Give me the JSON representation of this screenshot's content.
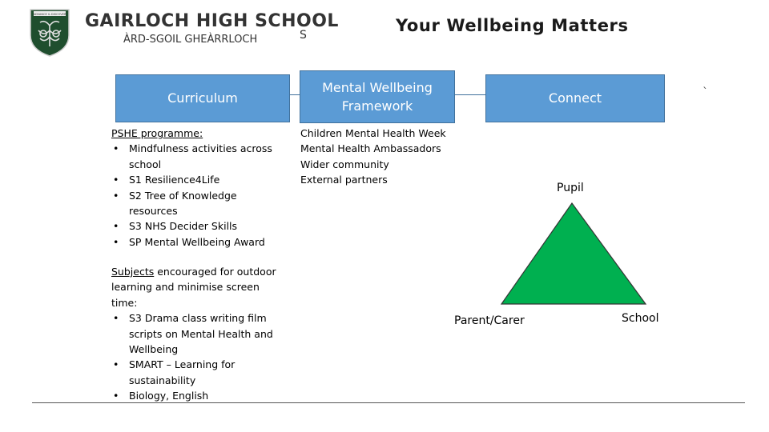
{
  "header": {
    "school_name": "GAIRLOCH HIGH SCHOOL",
    "school_name_gaelic": "ÀRD-SGOIL GHEÀRRLOCH",
    "crest_banner": "ADVANCE & DISCOVER",
    "stray_char": "S",
    "title": "Your Wellbeing Matters"
  },
  "boxes": {
    "curriculum": "Curriculum",
    "framework": "Mental Wellbeing Framework",
    "connect": "Connect"
  },
  "stray_tick": "`",
  "pshe": {
    "heading": "PSHE programme:",
    "items": [
      "Mindfulness activities across school",
      "S1 Resilience4Life",
      "S2 Tree of Knowledge resources",
      "S3 NHS Decider Skills",
      "SP Mental Wellbeing Award"
    ]
  },
  "subjects": {
    "heading_underlined": "Subjects",
    "heading_rest": " encouraged for outdoor learning and minimise screen time:",
    "items": [
      "S3 Drama class writing film scripts on Mental Health and Wellbeing",
      "SMART – Learning for sustainability",
      "Biology, English"
    ]
  },
  "framework_list": [
    "Children Mental Health Week",
    "Mental Health Ambassadors",
    "Wider community",
    "External partners"
  ],
  "triangle": {
    "top": "Pupil",
    "left": "Parent/Carer",
    "right": "School",
    "fill_color": "#00b050"
  },
  "colors": {
    "box_fill": "#5b9bd5",
    "box_border": "#41719c",
    "crest": "#1f4e2e"
  }
}
